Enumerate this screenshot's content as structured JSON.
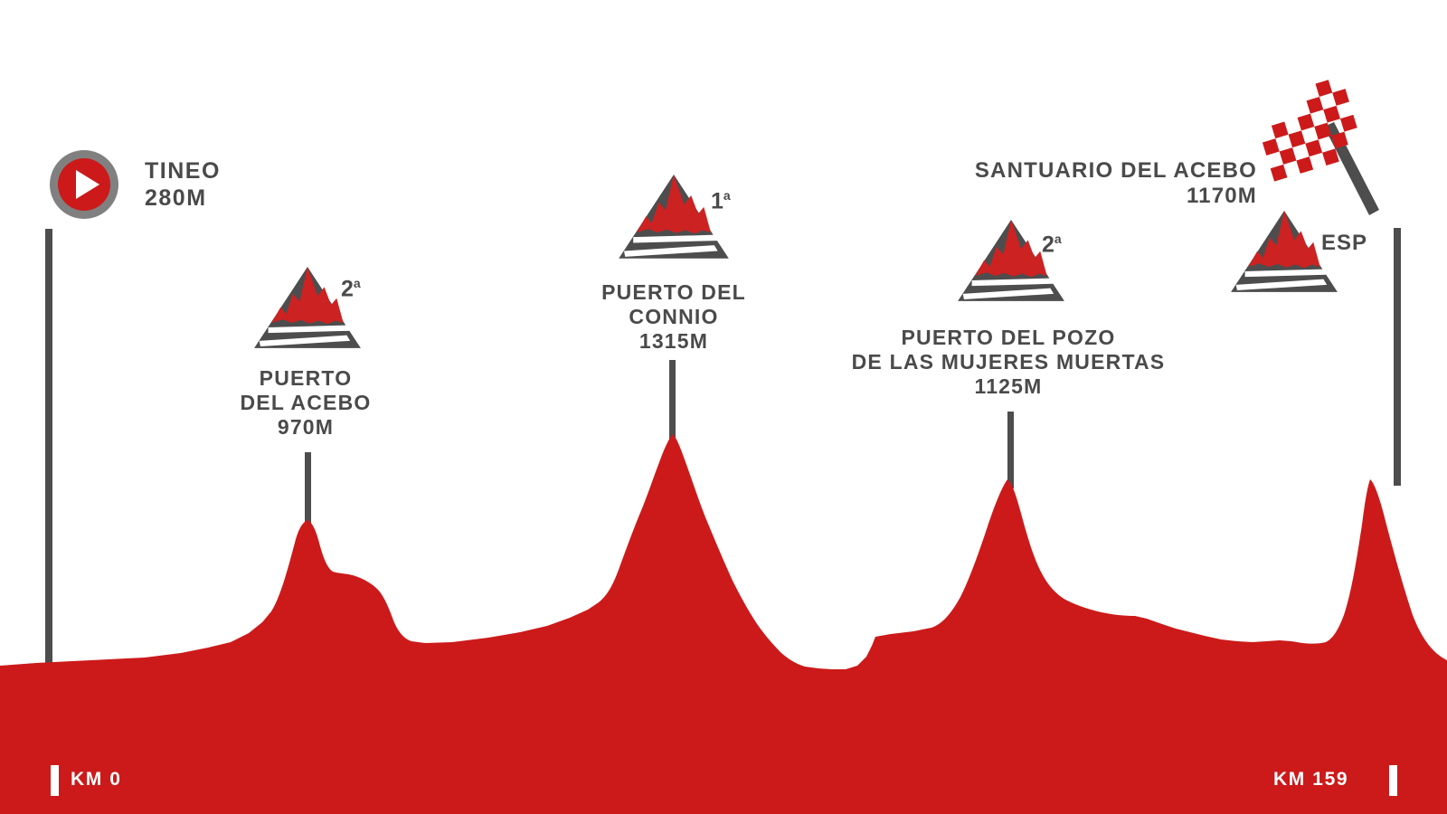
{
  "stage": {
    "type": "cycling-stage-profile",
    "start": {
      "name": "TINEO",
      "altitude": "280M",
      "icon": "play-circle-icon"
    },
    "finish": {
      "name": "SANTUARIO DEL ACEBO",
      "altitude": "1170M",
      "icon": "checkered-flag-icon",
      "country": "ESP"
    },
    "distance_start_label": "KM 0",
    "distance_end_label": "KM 159",
    "climbs": [
      {
        "name_line1": "PUERTO",
        "name_line2": "DEL ACEBO",
        "altitude": "970M",
        "category": "2",
        "category_suffix": "a"
      },
      {
        "name_line1": "PUERTO DEL",
        "name_line2": "CONNIO",
        "altitude": "1315M",
        "category": "1",
        "category_suffix": "a"
      },
      {
        "name_line1": "PUERTO DEL POZO",
        "name_line2": "DE LAS MUJERES MUERTAS",
        "altitude": "1125M",
        "category": "2",
        "category_suffix": "a"
      }
    ],
    "colors": {
      "profile_red": "#cc1a1a",
      "mountain_red": "#cc2222",
      "mountain_gray": "#4d4d4d",
      "text_gray": "#4a4a4a",
      "line_gray": "#4d4d4d",
      "background": "#ffffff",
      "flag_red": "#cc1a1a"
    }
  },
  "chart_data": {
    "type": "area",
    "title": "SANTUARIO DEL ACEBO",
    "xlabel": "Distance",
    "ylabel": "Altitude",
    "xlim": [
      0,
      159
    ],
    "ylim": [
      0,
      1400
    ],
    "x_tick_labels": [
      "KM 0",
      "KM 159"
    ],
    "grid": false,
    "legend": "none",
    "annotations": [
      {
        "label": "TINEO",
        "altitude_m": 280,
        "km": 0,
        "kind": "start"
      },
      {
        "label": "PUERTO DEL ACEBO",
        "altitude_m": 970,
        "km": 33,
        "kind": "climb",
        "category": "2a"
      },
      {
        "label": "PUERTO DEL CONNIO",
        "altitude_m": 1315,
        "km": 76,
        "kind": "climb",
        "category": "1a"
      },
      {
        "label": "PUERTO DEL POZO DE LAS MUJERES MUERTAS",
        "altitude_m": 1125,
        "km": 115,
        "kind": "climb",
        "category": "2a"
      },
      {
        "label": "SANTUARIO DEL ACEBO",
        "altitude_m": 1170,
        "km": 159,
        "kind": "finish"
      }
    ],
    "series": [
      {
        "name": "elevation",
        "km": [
          0,
          4,
          10,
          16,
          21,
          25,
          28,
          30,
          32,
          33,
          35,
          38,
          41,
          43,
          45,
          48,
          52,
          57,
          62,
          67,
          71,
          74,
          76,
          78,
          81,
          85,
          89,
          93,
          96,
          99,
          102,
          106,
          110,
          113,
          115,
          118,
          121,
          125,
          129,
          133,
          137,
          141,
          144,
          147,
          150,
          153,
          156,
          159
        ],
        "altitude_m": [
          280,
          250,
          265,
          280,
          300,
          330,
          420,
          640,
          860,
          970,
          900,
          830,
          800,
          780,
          690,
          560,
          520,
          530,
          560,
          640,
          800,
          1080,
          1315,
          1230,
          1080,
          900,
          720,
          560,
          430,
          360,
          330,
          380,
          560,
          840,
          1125,
          960,
          860,
          780,
          720,
          680,
          640,
          600,
          580,
          560,
          600,
          760,
          1010,
          1170
        ]
      }
    ]
  }
}
